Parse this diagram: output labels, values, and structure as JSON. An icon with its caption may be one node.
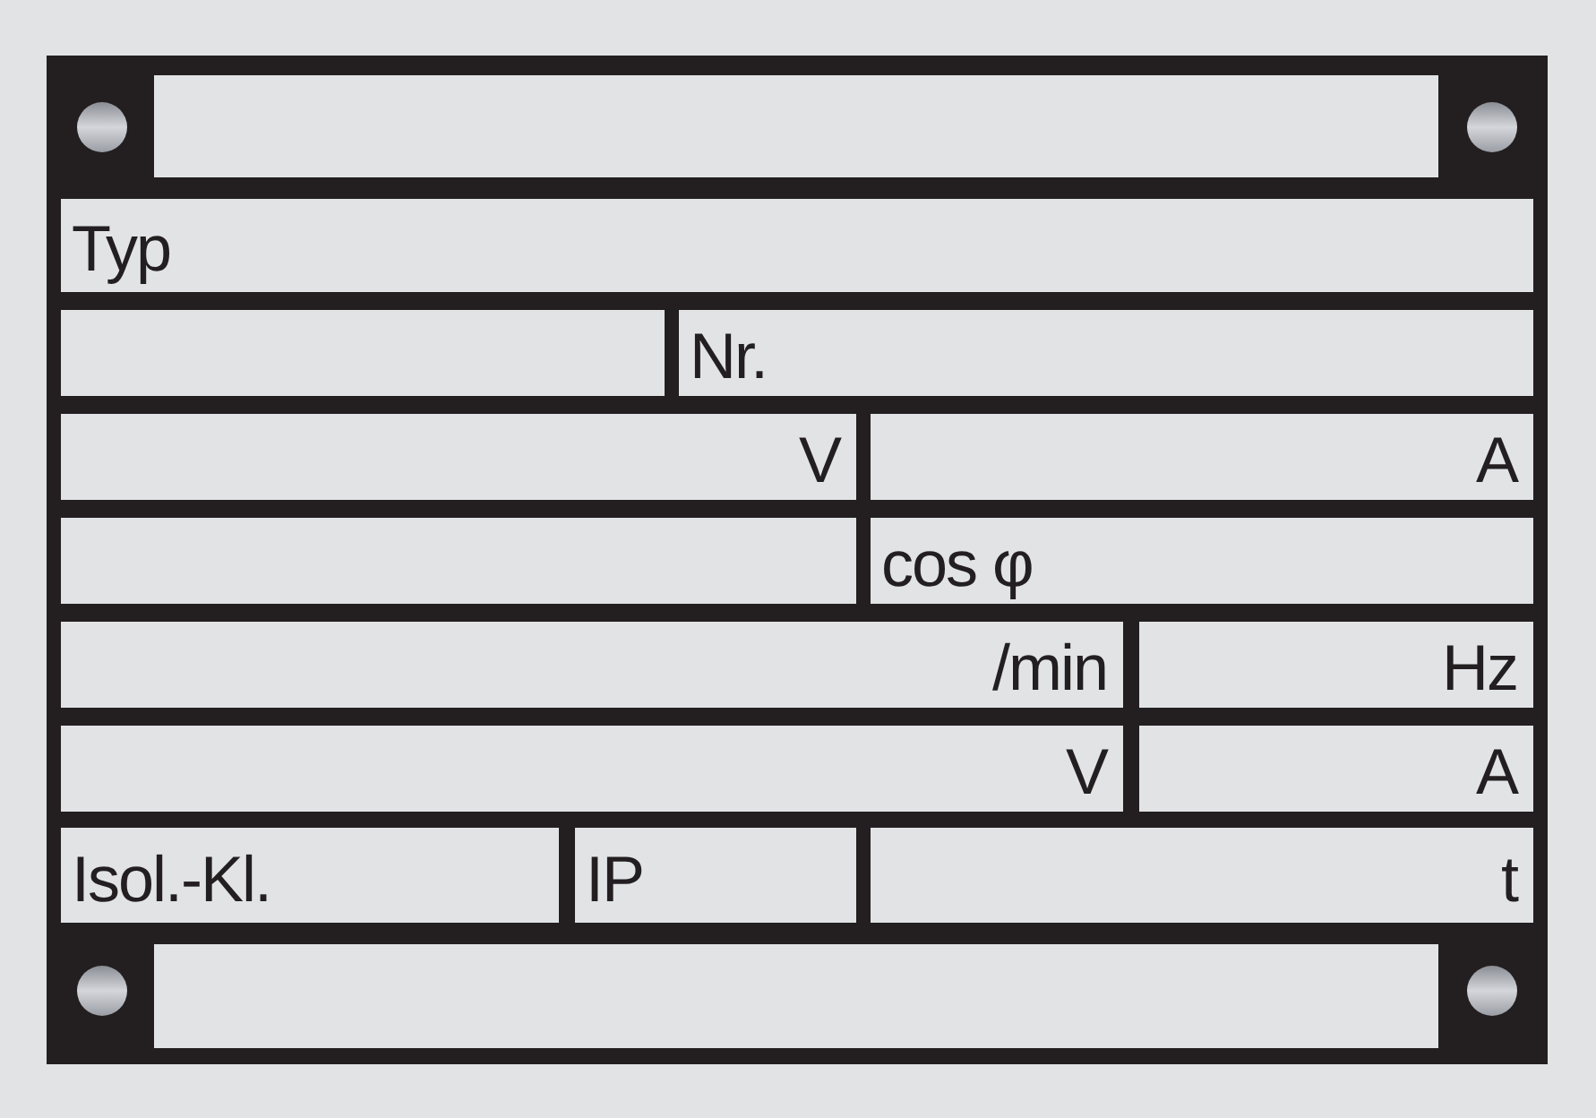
{
  "diagram": {
    "nodes": [
      {
        "text": [],
        "shape": "box"
      },
      {
        "text": [],
        "shape": "box",
        "in": 0
      },
      {
        "text": [
          "Typ"
        ],
        "in": 0
      },
      {
        "text": [],
        "shape": "box",
        "in": 0
      },
      {
        "text": [
          "Nr."
        ],
        "in": 0
      },
      {
        "text": [
          "V"
        ],
        "in": 0
      },
      {
        "text": [
          "A"
        ],
        "in": 0
      },
      {
        "text": [],
        "shape": "box",
        "in": 0
      },
      {
        "text": [
          "cos φ"
        ],
        "in": 0
      },
      {
        "text": [
          "/min"
        ],
        "in": 0
      },
      {
        "text": [
          "Hz"
        ],
        "in": 0
      },
      {
        "text": [
          "V"
        ],
        "in": 0
      },
      {
        "text": [
          "A"
        ],
        "in": 0
      },
      {
        "text": [
          "Isol.-Kl."
        ],
        "in": 0
      },
      {
        "text": [
          "IP"
        ],
        "in": 0
      },
      {
        "text": [
          "t"
        ],
        "in": 0
      },
      {
        "text": [],
        "shape": "box",
        "in": 0
      }
    ]
  }
}
